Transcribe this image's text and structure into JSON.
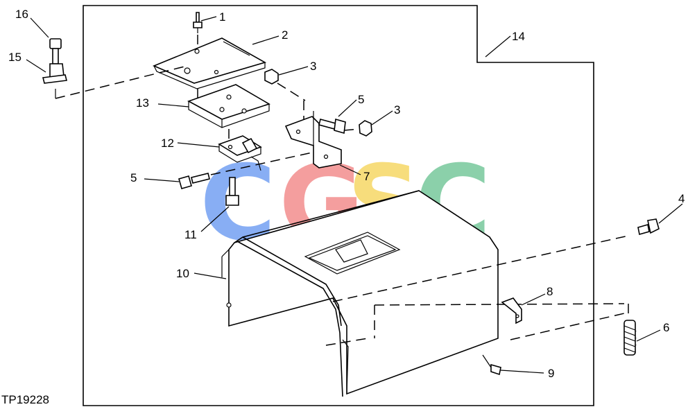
{
  "figure_code": "TP19228",
  "callouts": {
    "c1": "1",
    "c2": "2",
    "c3a": "3",
    "c3b": "3",
    "c4": "4",
    "c5a": "5",
    "c5b": "5",
    "c6": "6",
    "c7": "7",
    "c8": "8",
    "c9": "9",
    "c10": "10",
    "c11": "11",
    "c12": "12",
    "c13": "13",
    "c14": "14",
    "c15": "15",
    "c16": "16"
  },
  "watermark": {
    "letters": [
      "C",
      "G",
      "S",
      "C"
    ],
    "colors": [
      "#5b8ff0",
      "#f07a7a",
      "#f5d04a",
      "#5fbf8a"
    ]
  }
}
